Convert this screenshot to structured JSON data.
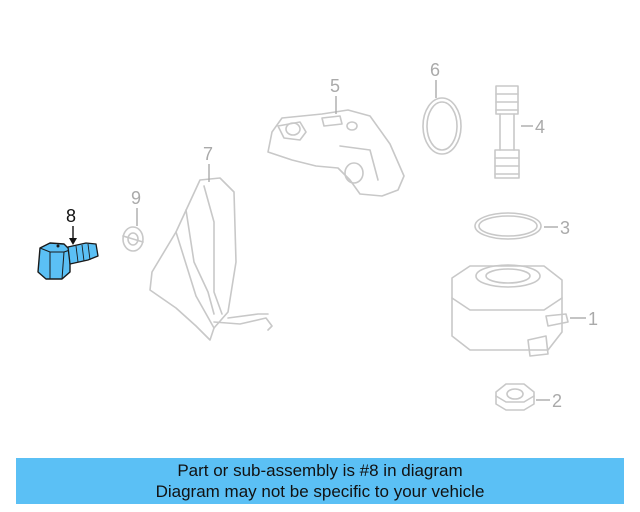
{
  "diagram": {
    "callouts": [
      "1",
      "2",
      "3",
      "4",
      "5",
      "6",
      "7",
      "8",
      "9"
    ],
    "highlighted_part": "8",
    "highlight_color": "#5bc0f5",
    "part_line_color": "#c8c8c8",
    "label_color": "#aaaaaa"
  },
  "caption": {
    "line1": "Part or sub-assembly is #8 in diagram",
    "line2": "Diagram may not be specific to your vehicle",
    "background": "#5bc0f5"
  }
}
